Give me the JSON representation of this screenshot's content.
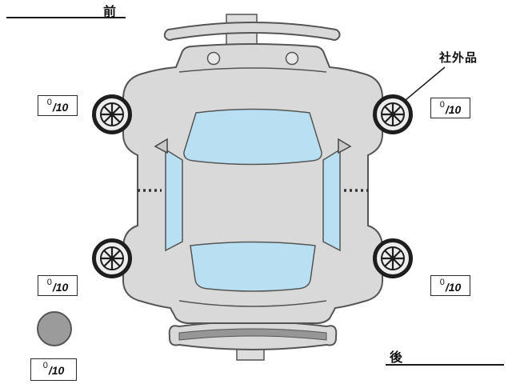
{
  "labels": {
    "front": "前",
    "rear": "後",
    "aftermarket_part": "社外品"
  },
  "tires": {
    "front_left": {
      "score": "0",
      "denominator": "/10"
    },
    "front_right": {
      "score": "0",
      "denominator": "/10"
    },
    "rear_left": {
      "score": "0",
      "denominator": "/10"
    },
    "rear_right": {
      "score": "0",
      "denominator": "/10"
    },
    "spare": {
      "score": "0",
      "denominator": "/10"
    }
  },
  "colors": {
    "car_body": "#d9d9d9",
    "glass": "#b8dff2",
    "outline": "#555555",
    "bumper_stripe": "#969696",
    "tire": "#1e1e1e",
    "spare_tire": "#9b9b9b"
  }
}
